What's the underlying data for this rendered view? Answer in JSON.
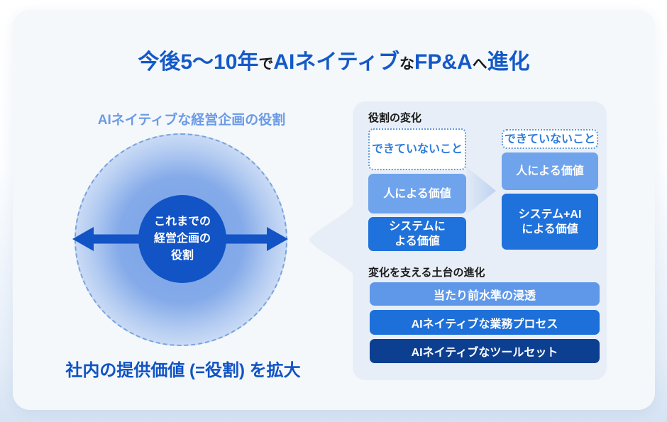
{
  "title": {
    "parts": [
      {
        "text": "今後5〜10年",
        "emphasis": true
      },
      {
        "text": "で",
        "emphasis": false
      },
      {
        "text": "AIネイティブ",
        "emphasis": true
      },
      {
        "text": "な",
        "emphasis": false
      },
      {
        "text": "FP&A",
        "emphasis": true
      },
      {
        "text": "へ",
        "emphasis": false
      },
      {
        "text": "進化",
        "emphasis": true
      }
    ]
  },
  "left": {
    "label": "AIネイティブな経営企画の役割",
    "circle": {
      "lines": [
        "これまでの",
        "経営企画の",
        "役割"
      ]
    },
    "caption": "社内の提供価値 (=役割) を拡大"
  },
  "right": {
    "role_change": {
      "heading": "役割の変化",
      "before": [
        {
          "label": "できていないこと",
          "variant": "dashed"
        },
        {
          "label": "人による価値",
          "variant": "light-blue"
        },
        {
          "label": "システムに\nよる価値",
          "variant": "blue"
        }
      ],
      "after": [
        {
          "label": "できていないこと",
          "variant": "dashed"
        },
        {
          "label": "人による価値",
          "variant": "light-blue"
        },
        {
          "label": "システム+AI\nによる価値",
          "variant": "blue"
        }
      ]
    },
    "foundation": {
      "heading": "変化を支える土台の進化",
      "bars": [
        {
          "label": "当たり前水準の浸透",
          "variant": "light-blue"
        },
        {
          "label": "AIネイティブな業務プロセス",
          "variant": "blue"
        },
        {
          "label": "AIネイティブなツールセット",
          "variant": "dark-navy"
        }
      ]
    }
  },
  "colors": {
    "title_accent": "#1459C8",
    "text_dark": "#1A1A1A",
    "label_light_blue": "#6B9BE5",
    "deep_blue": "#1253C5",
    "light_blue_box": "#6FA3EC",
    "blue_box": "#1F71DB",
    "dark_navy_box": "#0D3F90",
    "panel_bg": "#E8EEF7",
    "card_bg": "#F4F8FB",
    "dashed_border_blue": "#5B97DE",
    "dashed_text_blue": "#2E7BDD"
  }
}
